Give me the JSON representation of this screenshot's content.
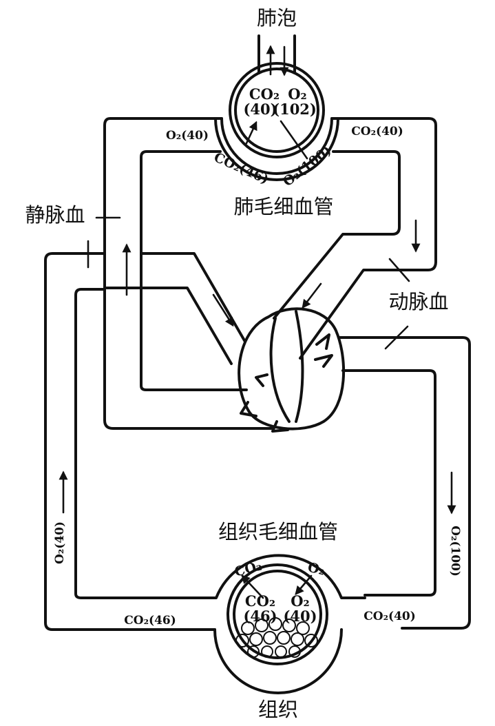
{
  "labels": {
    "alveolus": "肺泡",
    "lung_capillary": "肺毛细血管",
    "venous_blood": "静脉血",
    "arterial_blood": "动脉血",
    "tissue_capillary": "组织毛细血管",
    "tissue": "组织"
  },
  "lung": {
    "alveolus_co2": "CO₂",
    "alveolus_co2_value": "(40)",
    "alveolus_o2": "O₂",
    "alveolus_o2_value": "(102)",
    "capillary_co2": "CO₂(46)",
    "capillary_o2": "O₂(100)",
    "left_o2": "O₂(40)",
    "right_co2": "CO₂(40)"
  },
  "tissue_exchange": {
    "outer_co2": "CO₂",
    "outer_o2": "O₂",
    "inner_co2": "CO₂",
    "inner_co2_value": "(46)",
    "inner_o2": "O₂",
    "inner_o2_value": "(40)",
    "left_co2": "CO₂(46)",
    "right_co2": "CO₂(40)",
    "left_o2": "O₂(40)",
    "right_o2": "O₂(100)"
  }
}
